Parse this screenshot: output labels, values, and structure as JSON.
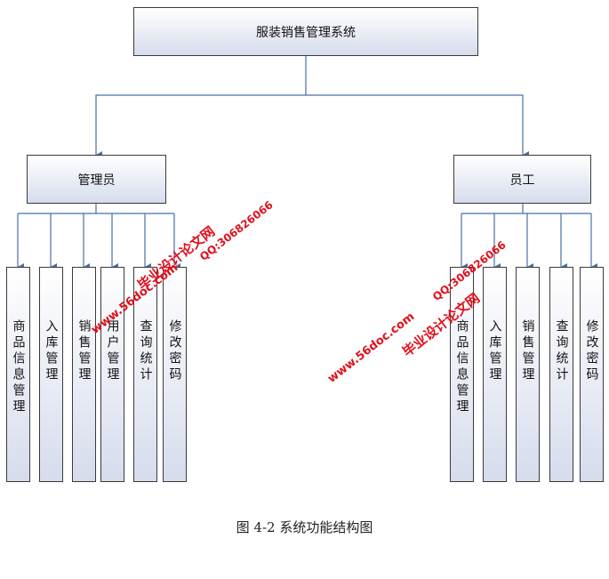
{
  "root": {
    "label": "服装销售管理系统"
  },
  "roles": [
    {
      "label": "管理员",
      "modules": [
        "商品信息管理",
        "入库管理",
        "销售管理",
        "用户管理",
        "查询统计",
        "修改密码"
      ]
    },
    {
      "label": "员工",
      "modules": [
        "商品信息管理",
        "入库管理",
        "销售管理",
        "查询统计",
        "修改密码"
      ]
    }
  ],
  "caption": "图 4-2 系统功能结构图",
  "watermark": {
    "site": "毕业设计论文网",
    "url": "www.56doc.com",
    "qq": "QQ:306826066"
  },
  "colors": {
    "line": "#4a6fa5",
    "border": "#3a3a3a",
    "box_top": "#ffffff",
    "box_bottom": "#d6dcec",
    "watermark": "#e0101c"
  }
}
